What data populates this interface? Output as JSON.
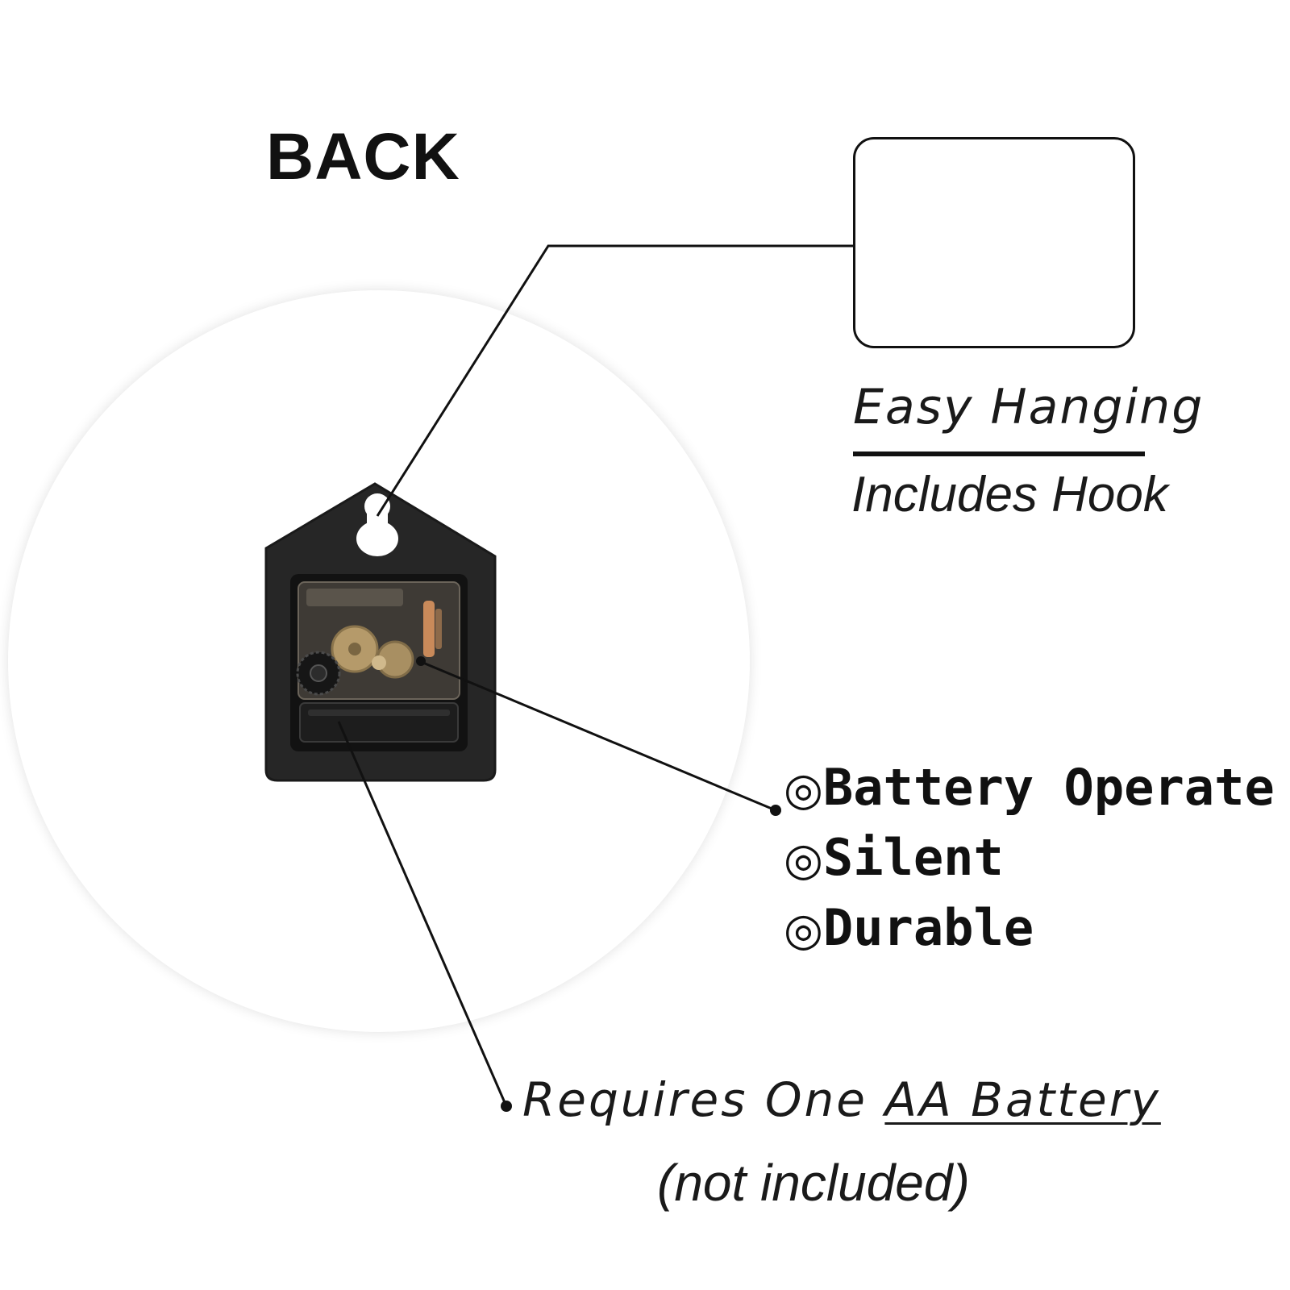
{
  "header": {
    "title": "BACK"
  },
  "hanging": {
    "title": "Easy Hanging",
    "subtitle": "Includes Hook"
  },
  "features": [
    {
      "mark": "◎",
      "label": "Battery Operate"
    },
    {
      "mark": "◎",
      "label": "Silent"
    },
    {
      "mark": "◎",
      "label": "Durable"
    }
  ],
  "battery": {
    "prefix": "Requires One ",
    "highlight": "AA Battery",
    "note": "(not included)"
  },
  "colors": {
    "ink": "#111111",
    "panel": "#2b2b2b",
    "brass": "#b59a6a",
    "copper": "#c98a5a"
  },
  "icons": {
    "hook": "wall-hook-icon",
    "movement": "clock-movement-icon"
  }
}
